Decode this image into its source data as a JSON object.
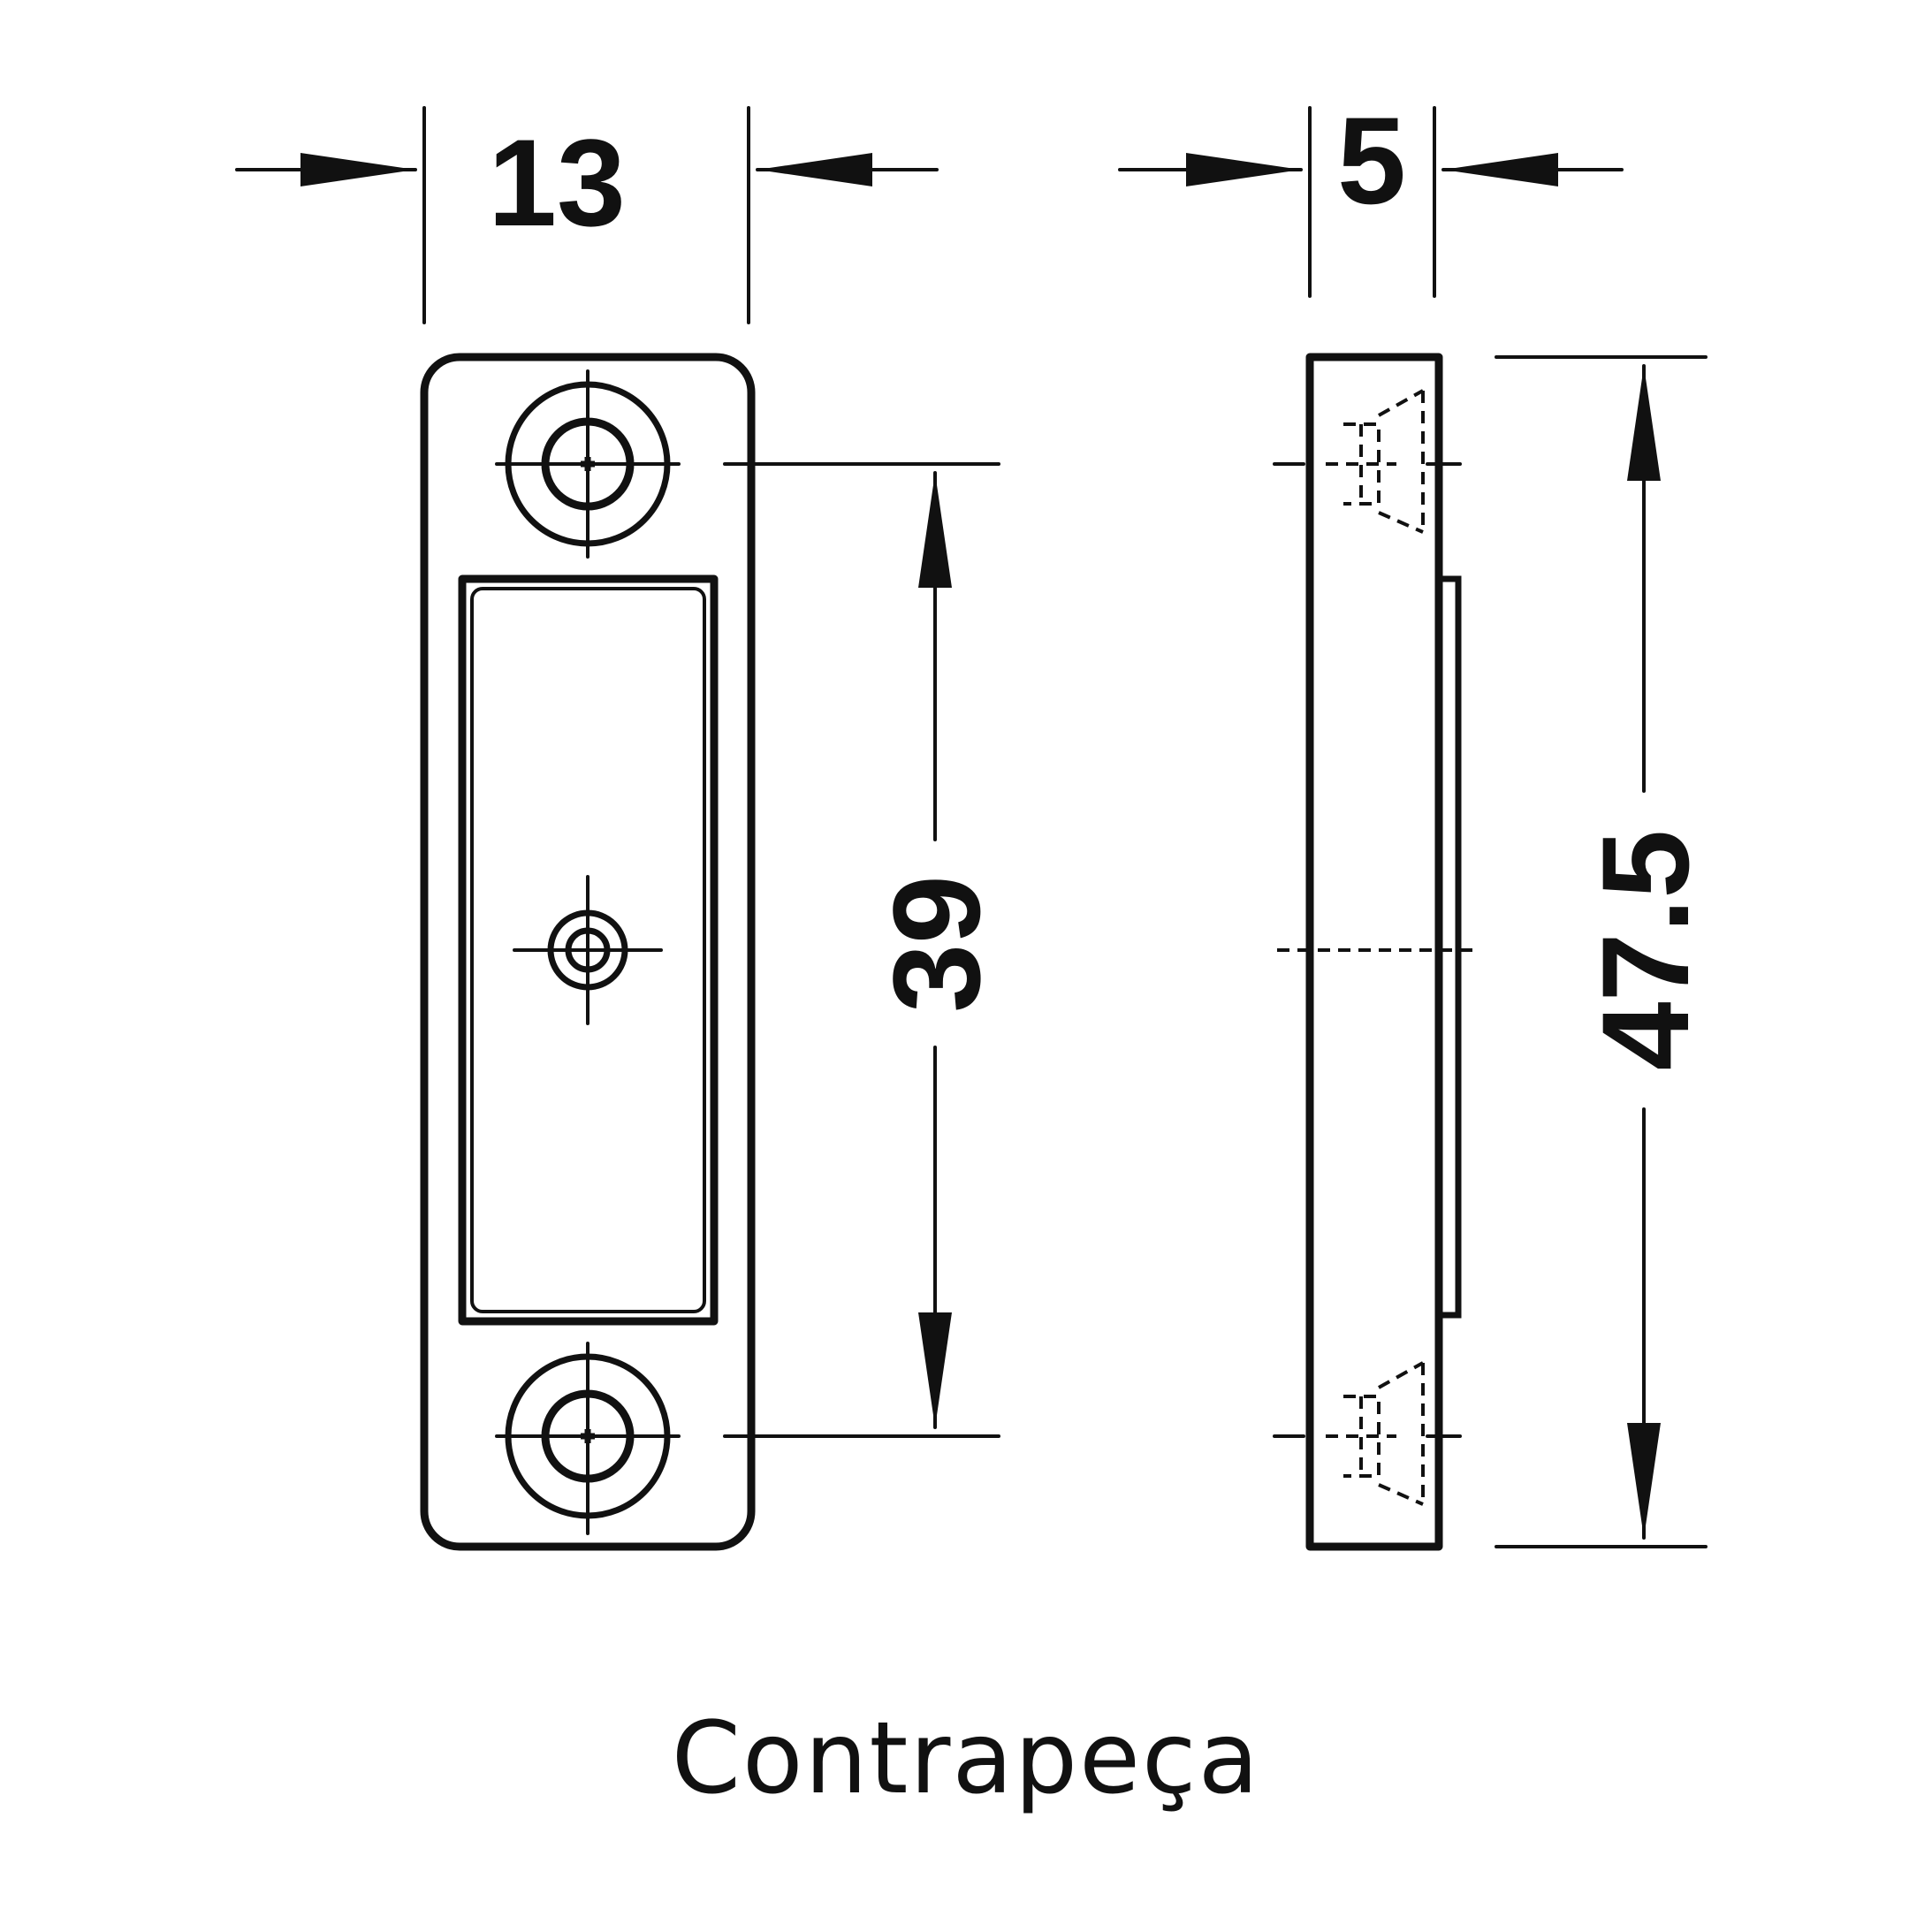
{
  "dimensions": {
    "width_front": "13",
    "width_side": "5",
    "hole_spacing": "39",
    "total_height": "47.5"
  },
  "caption": "Contrapeça",
  "colors": {
    "ink": "#111111",
    "background": "#ffffff"
  }
}
